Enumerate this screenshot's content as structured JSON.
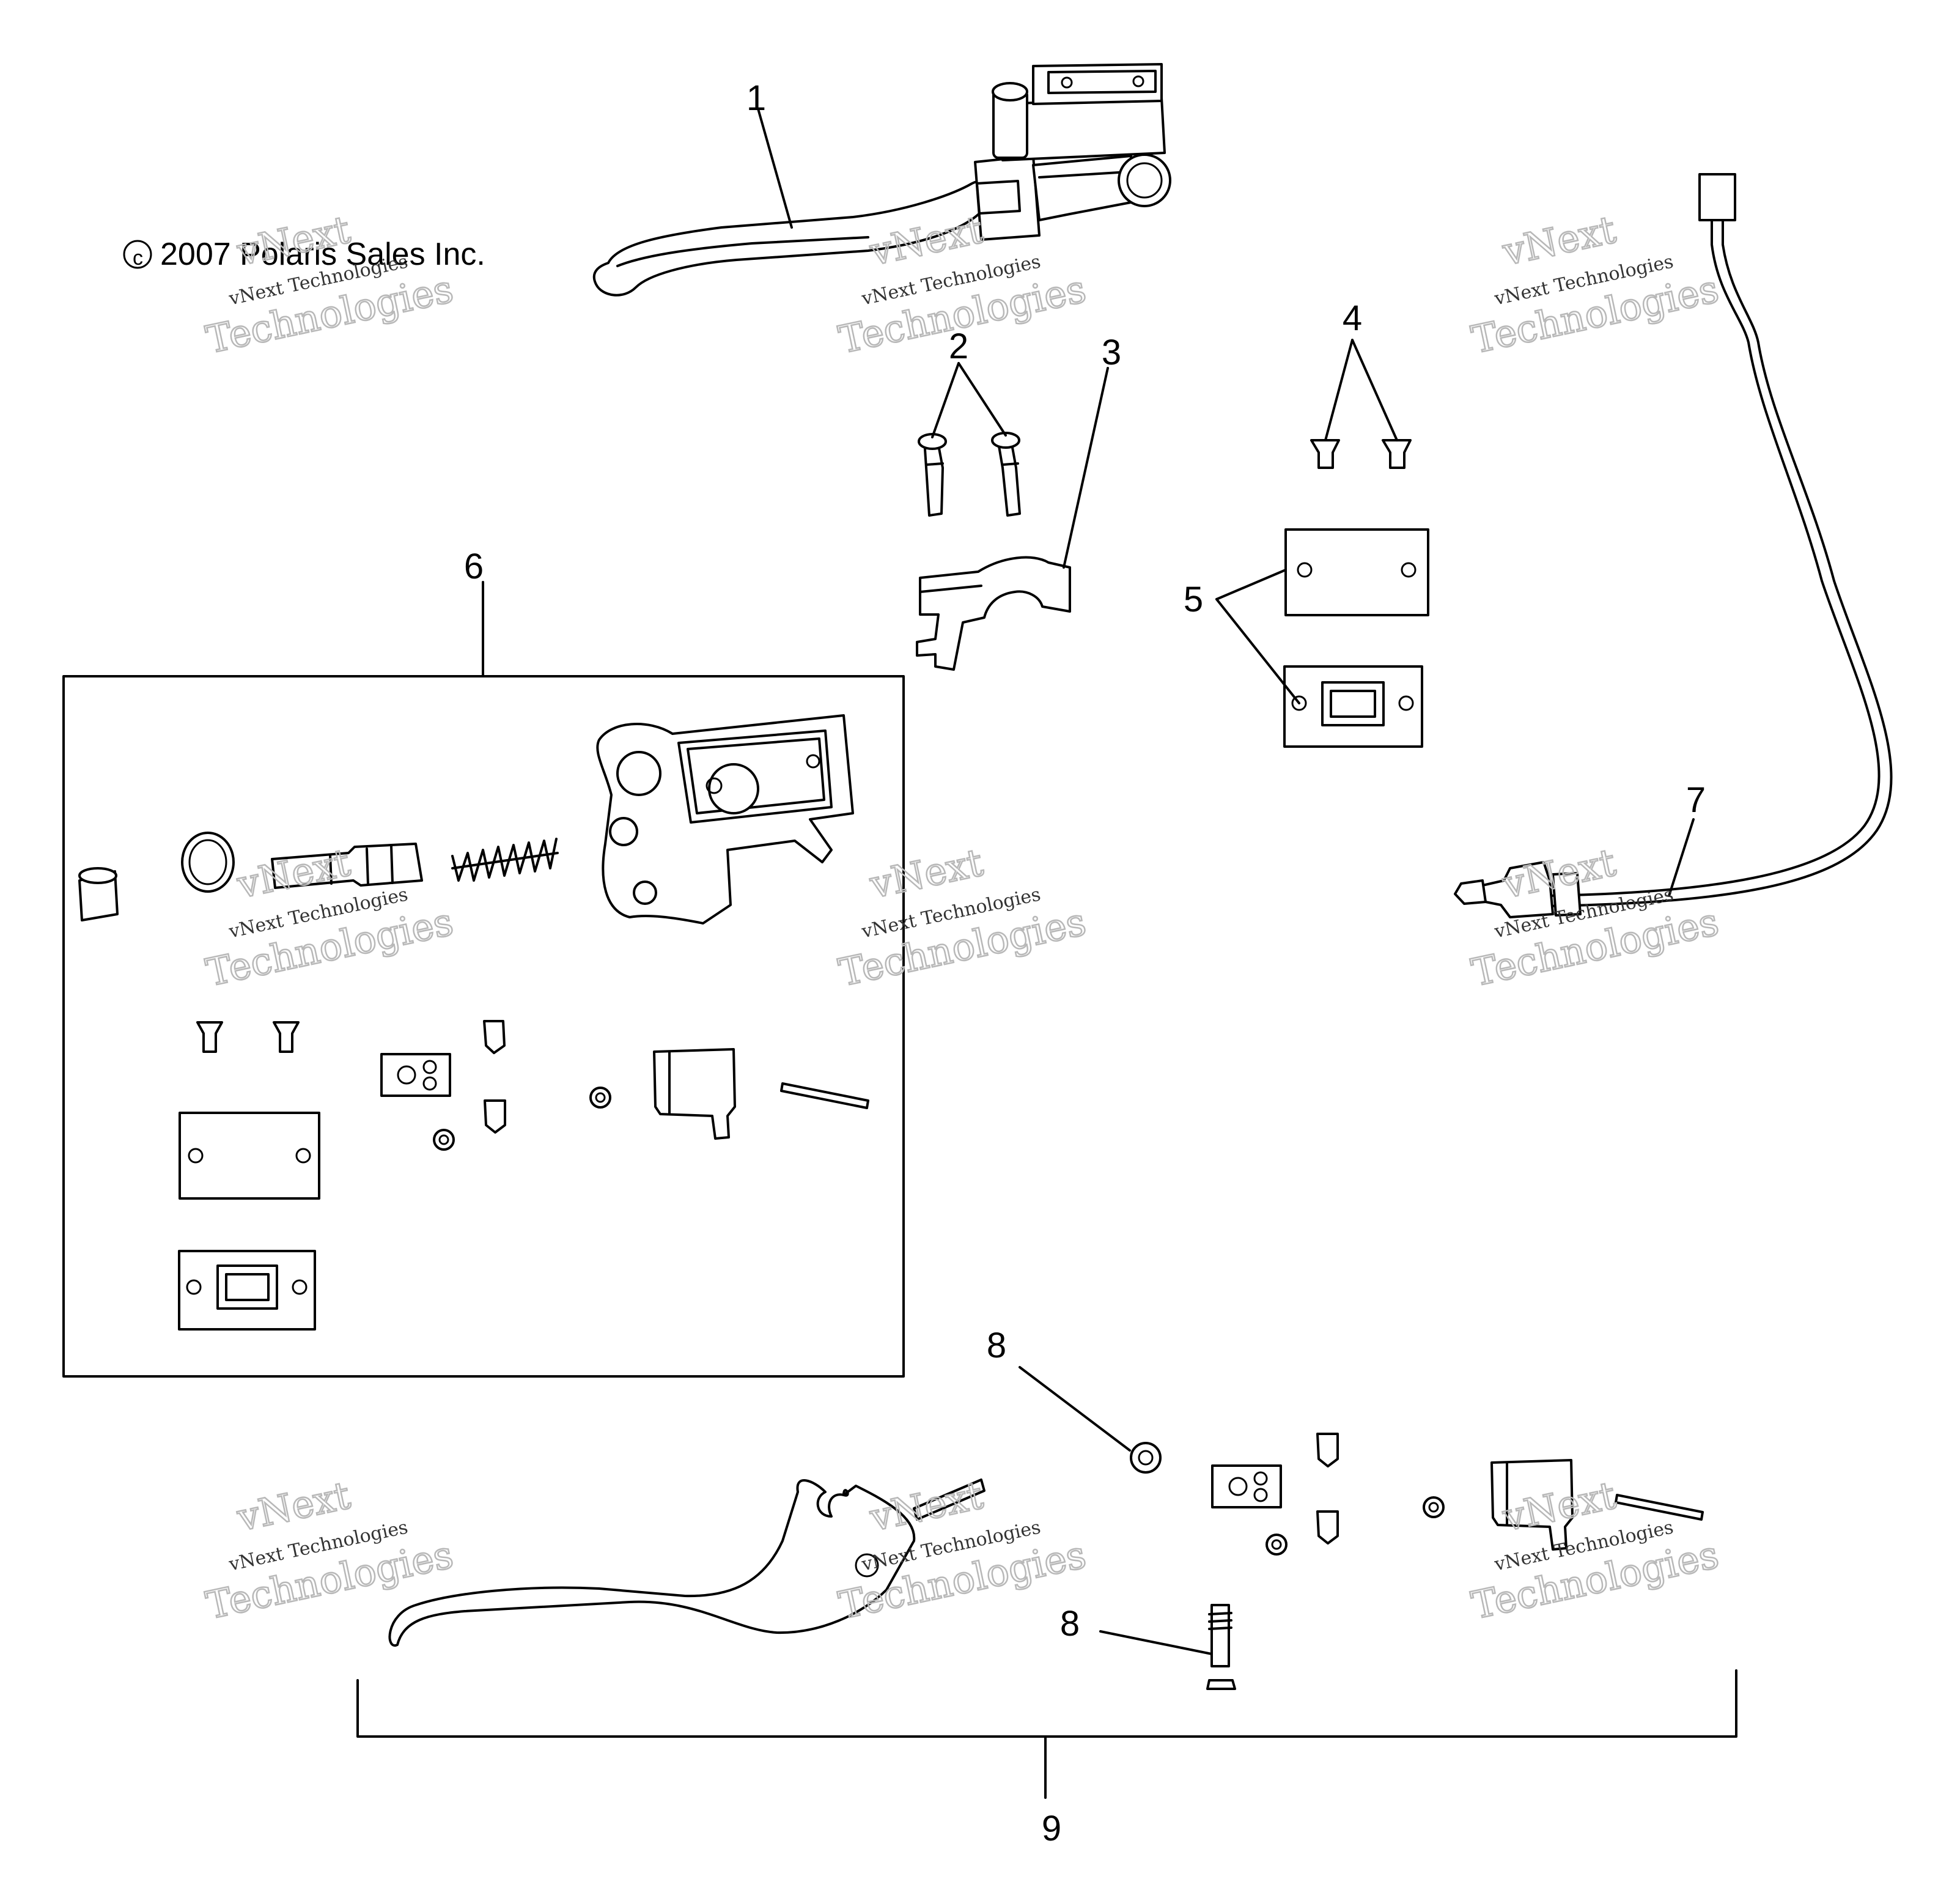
{
  "copyright": "2007 Polaris Sales Inc.",
  "callouts": [
    "1",
    "2",
    "3",
    "4",
    "5",
    "6",
    "7",
    "8",
    "8",
    "9"
  ],
  "watermark": {
    "top": "vNext",
    "small": "vNext Technologies",
    "big": "Technologies"
  }
}
